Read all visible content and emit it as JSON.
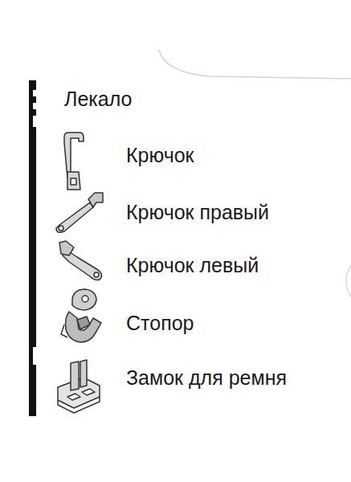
{
  "diagram": {
    "labels": [
      "Лекало",
      "Крючок",
      "Крючок правый",
      "Крючок левый",
      "Стопор",
      "Замок для ремня"
    ]
  }
}
